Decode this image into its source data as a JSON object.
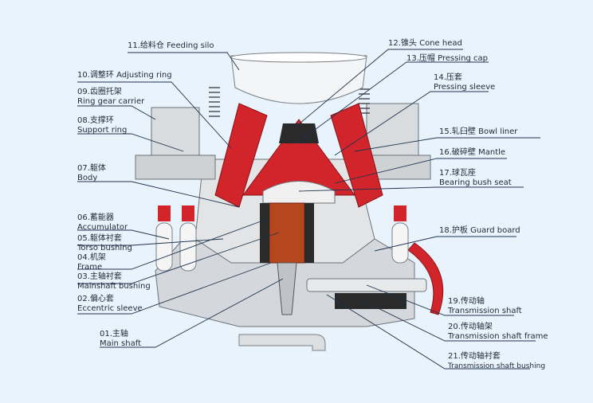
{
  "labels": {
    "l01": {
      "cn": "01.主轴",
      "en": "Main shaft"
    },
    "l02": {
      "cn": "02.偏心套",
      "en": "Eccentric sleeve"
    },
    "l03": {
      "cn": "03.主轴衬套",
      "en": "Mainshaft bushing"
    },
    "l04": {
      "cn": "04.机架",
      "en": "Frame"
    },
    "l05": {
      "cn": "05.躯体衬套",
      "en": "Torso bushing"
    },
    "l06": {
      "cn": "06.蓄能器",
      "en": "Accumulator"
    },
    "l07": {
      "cn": "07.躯体",
      "en": "Body"
    },
    "l08": {
      "cn": "08.支撑环",
      "en": "Support ring"
    },
    "l09": {
      "cn": "09.齿圈托架",
      "en": "Ring gear carrier"
    },
    "l10": {
      "cn": "10.调整环",
      "en": "Adjusting ring"
    },
    "l11": {
      "cn": "11.给料仓",
      "en": "Feeding silo"
    },
    "l12": {
      "cn": "12.锥头",
      "en": "Cone head"
    },
    "l13": {
      "cn": "13.压帽",
      "en": "Pressing cap"
    },
    "l14": {
      "cn": "14.压套",
      "en": "Pressing sleeve"
    },
    "l15": {
      "cn": "15.轧臼壁",
      "en": "Bowl liner"
    },
    "l16": {
      "cn": "16.破碎壁",
      "en": "Mantle"
    },
    "l17": {
      "cn": "17.球瓦座",
      "en": "Bearing bush seat"
    },
    "l18": {
      "cn": "18.护板",
      "en": "Guard board"
    },
    "l19": {
      "cn": "19.传动轴",
      "en": "Transmission shaft"
    },
    "l20": {
      "cn": "20.传动轴架",
      "en": "Transmission shaft frame"
    },
    "l21": {
      "cn": "21.传动轴衬套",
      "en": "Transmission shaft bushing"
    }
  },
  "colors": {
    "background": "#e9f3fb",
    "line": "#1e3550",
    "red": "#d2252b",
    "metal": "#c9ccd0",
    "dark": "#1f1f1f",
    "copper": "#b5471f"
  }
}
